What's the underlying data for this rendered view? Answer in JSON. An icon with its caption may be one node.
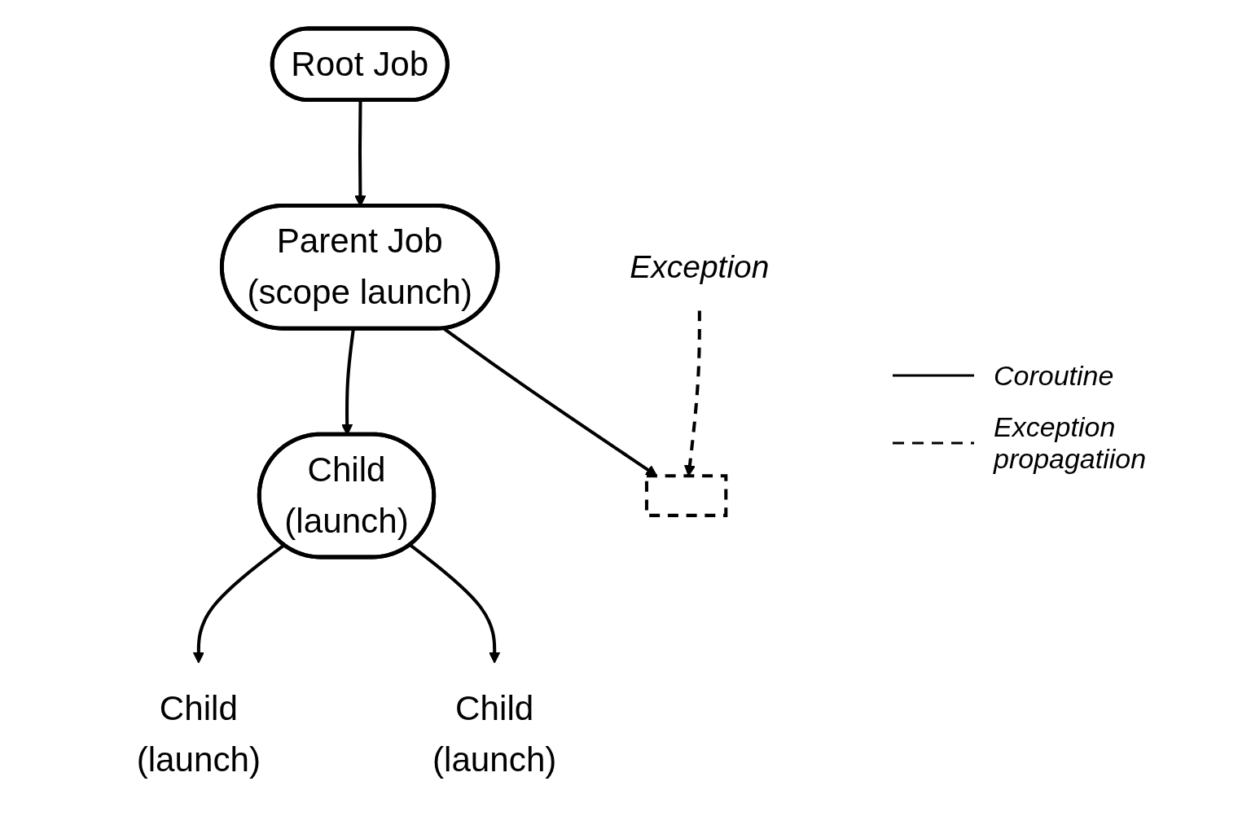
{
  "diagram": {
    "nodes": [
      {
        "text": [
          "Root Job"
        ]
      },
      {
        "text": [
          "Parent Job",
          "(scope launch)"
        ]
      },
      {
        "text": [
          "Child",
          "(launch)"
        ]
      },
      {
        "text": [
          "Child",
          "(launch)"
        ]
      },
      {
        "text": [
          "Child",
          "(launch)"
        ]
      },
      {
        "text": [
          "Exception"
        ]
      },
      {
        "text": [],
        "shape": "bar"
      }
    ],
    "edges": [
      {
        "from": 0,
        "to": 1,
        "arrow": "to"
      },
      {
        "from": 1,
        "to": 2,
        "arrow": "to"
      },
      {
        "from": 1,
        "to": 6,
        "arrow": "to"
      },
      {
        "from": 5,
        "to": 6,
        "arrow": "to",
        "style": "dashed"
      },
      {
        "from": 2,
        "to": 3,
        "arrow": "to"
      },
      {
        "from": 2,
        "to": 4,
        "arrow": "to"
      }
    ],
    "legend": [
      {
        "text": "Coroutine"
      },
      {
        "text": "Exception propagatiion"
      }
    ]
  }
}
